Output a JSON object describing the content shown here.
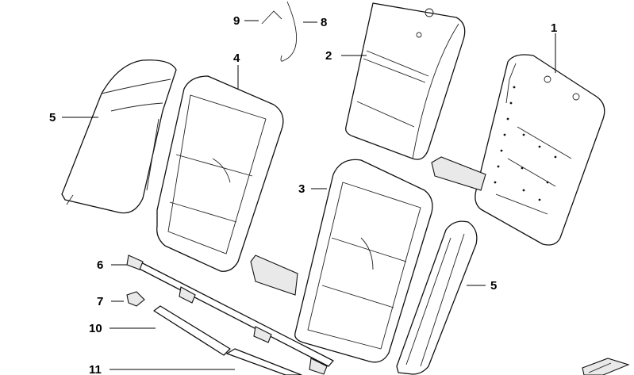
{
  "diagram": {
    "callouts": {
      "c1": "1",
      "c2": "2",
      "c3": "3",
      "c4": "4",
      "c5a": "5",
      "c5b": "5",
      "c6": "6",
      "c7": "7",
      "c8": "8",
      "c9": "9",
      "c10": "10",
      "c11": "11"
    }
  }
}
